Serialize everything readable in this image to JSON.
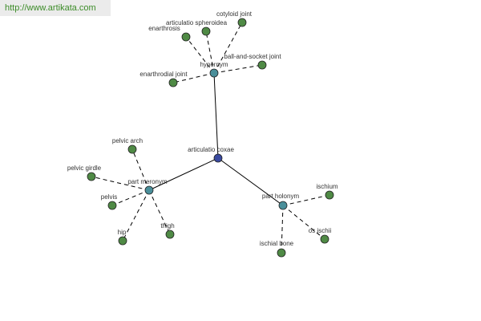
{
  "watermark": {
    "text": "http://www.artikata.com"
  },
  "colors": {
    "leaf": "#4f8a45",
    "relation": "#4a8f9a",
    "root": "#3a4aa0",
    "edge": "#000000",
    "label": "#333333"
  },
  "root": {
    "id": "root",
    "label": "articulatio coxae"
  },
  "relations": [
    {
      "id": "hypernym",
      "label": "hypernym"
    },
    {
      "id": "meronym",
      "label": "part meronym"
    },
    {
      "id": "holonym",
      "label": "part holonym"
    }
  ],
  "leaves": [
    {
      "id": "cotyloid",
      "parent": "hypernym",
      "label": "cotyloid joint"
    },
    {
      "id": "spheroidea",
      "parent": "hypernym",
      "label": "articulatio spheroidea"
    },
    {
      "id": "enarthrosis",
      "parent": "hypernym",
      "label": "enarthrosis"
    },
    {
      "id": "ballsocket",
      "parent": "hypernym",
      "label": "ball-and-socket joint"
    },
    {
      "id": "enarthrodial",
      "parent": "hypernym",
      "label": "enarthrodial joint"
    },
    {
      "id": "pelvicarch",
      "parent": "meronym",
      "label": "pelvic arch"
    },
    {
      "id": "pelvicgirdle",
      "parent": "meronym",
      "label": "pelvic girdle"
    },
    {
      "id": "pelvis",
      "parent": "meronym",
      "label": "pelvis"
    },
    {
      "id": "hip",
      "parent": "meronym",
      "label": "hip"
    },
    {
      "id": "thigh",
      "parent": "meronym",
      "label": "thigh"
    },
    {
      "id": "ischium",
      "parent": "holonym",
      "label": "ischium"
    },
    {
      "id": "osischii",
      "parent": "holonym",
      "label": "os ischii"
    },
    {
      "id": "ischialbone",
      "parent": "holonym",
      "label": "ischial bone"
    }
  ]
}
